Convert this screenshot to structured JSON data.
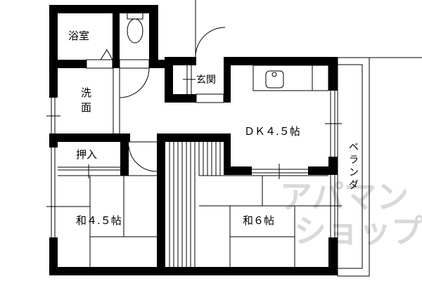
{
  "floor_plan": {
    "rooms": {
      "bath": "浴室",
      "washroom_1": "洗",
      "washroom_2": "面",
      "entrance": "玄関",
      "dk": "ＤＫ４.５帖",
      "closet": "押入",
      "washitsu_45": "和４.５帖",
      "washitsu_6": "和６帖",
      "veranda": [
        "ベ",
        "ラ",
        "ン",
        "ダ"
      ]
    },
    "watermark": {
      "line1": "アパマン",
      "line2": "ショップ"
    }
  }
}
